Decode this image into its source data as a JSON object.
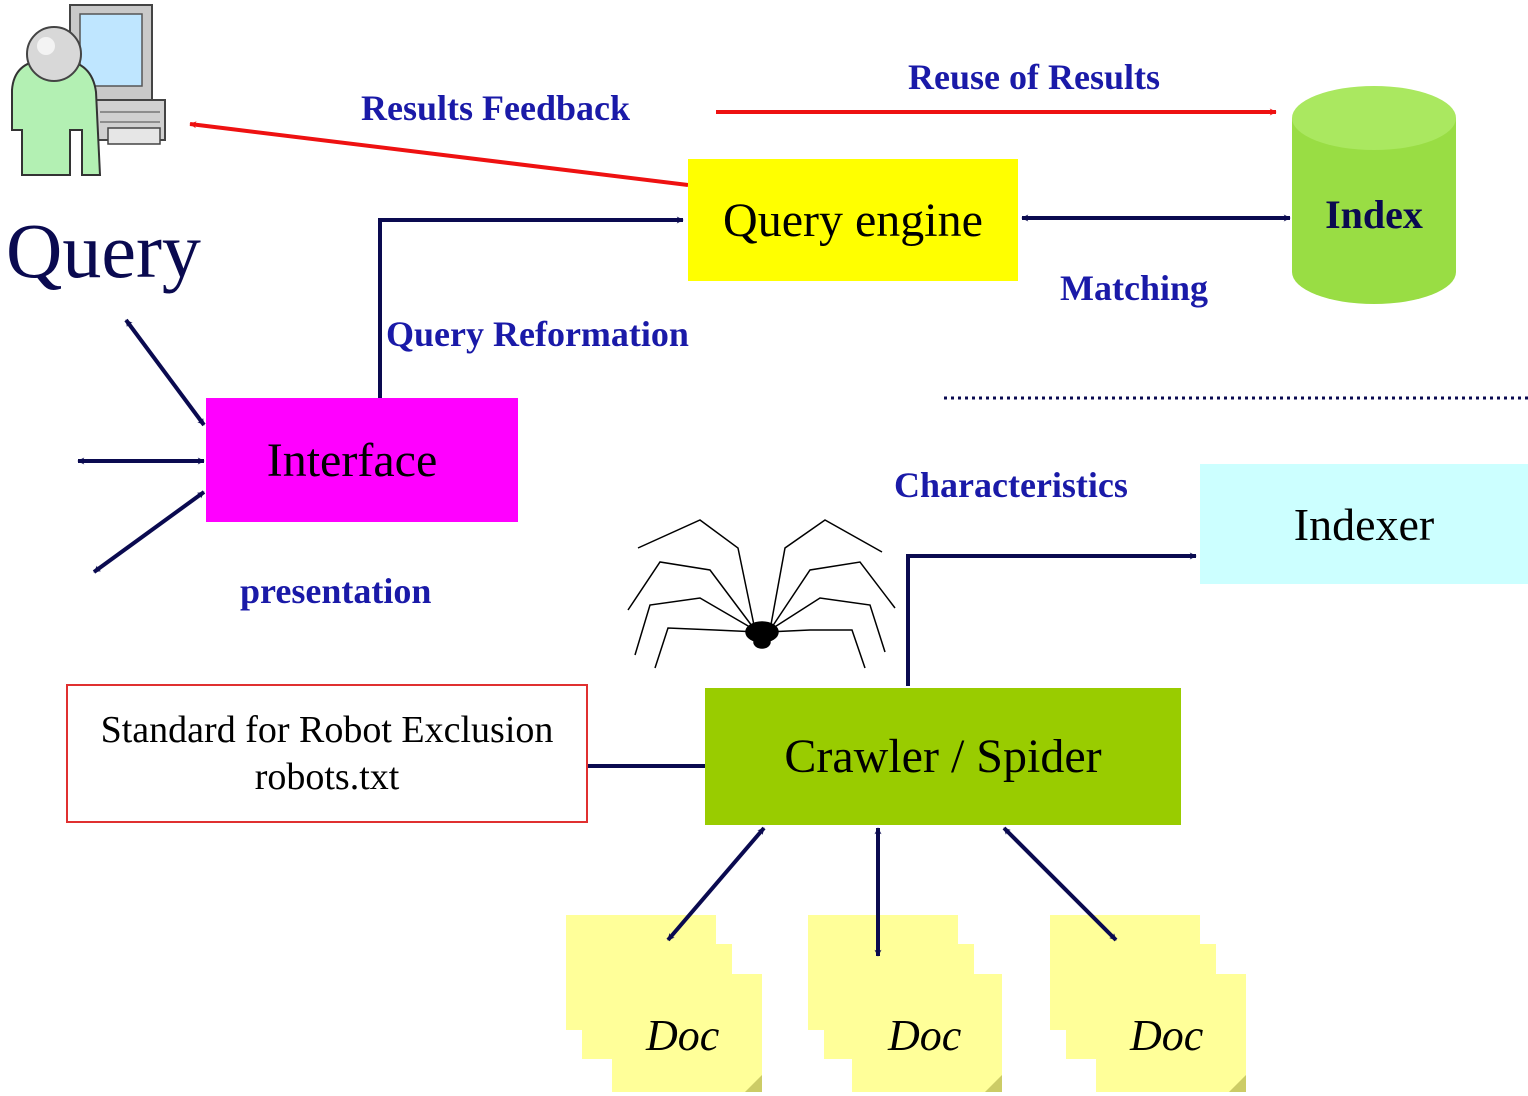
{
  "nodes": {
    "query_title": "Query",
    "query_engine": "Query engine",
    "index": "Index",
    "interface": "Interface",
    "indexer": "Indexer",
    "crawler": "Crawler / Spider",
    "robots_line1": "Standard for Robot Exclusion",
    "robots_line2": "robots.txt",
    "docs": [
      "Doc",
      "Doc",
      "Doc"
    ]
  },
  "edge_labels": {
    "results_feedback": "Results Feedback",
    "reuse_of_results": "Reuse of Results",
    "matching": "Matching",
    "query_reformation": "Query Reformation",
    "characteristics": "Characteristics",
    "presentation": "presentation"
  },
  "icons": {
    "user": "user-computer-icon",
    "database": "database-cylinder-icon",
    "spider": "spider-icon"
  },
  "colors": {
    "query_engine": "#ffff00",
    "interface": "#ff00ff",
    "indexer": "#ccffff",
    "crawler": "#99cc00",
    "index_db": "#99dd44",
    "doc": "#ffff99",
    "arrow": "#0a0a50",
    "feedback_arrow": "#ee1111",
    "label_text": "#1a1aa8",
    "robots_border": "#e03030"
  }
}
